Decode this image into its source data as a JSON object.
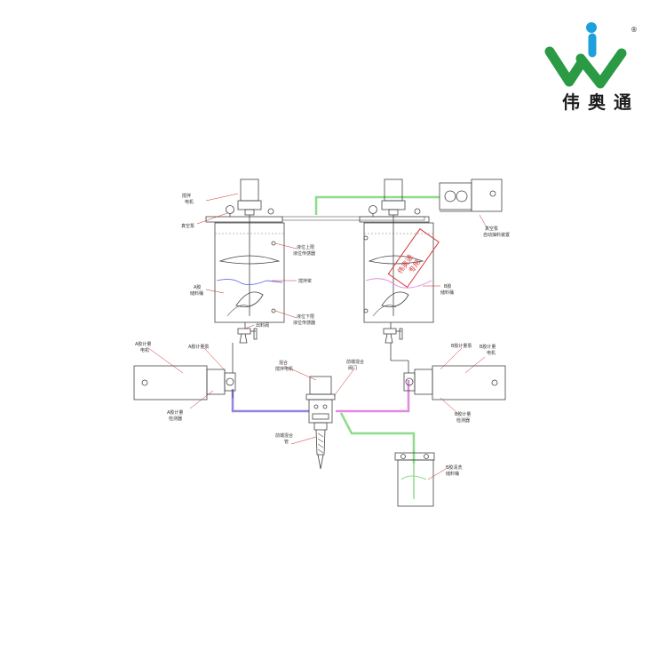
{
  "brand": {
    "name": "伟奥通",
    "registered_mark": "®",
    "colors": {
      "green": "#2a9a44",
      "blue": "#1ea0dc",
      "text": "#1c1c1c"
    }
  },
  "diagram": {
    "colors": {
      "line": "#444444",
      "pipe_green": "#8cdc8c",
      "pipe_purple": "#8f86e6",
      "pipe_pink": "#e08ae0",
      "leader_red": "#cc2a2a",
      "stamp_red": "#d83a3a"
    },
    "labels": {
      "motor_a": [
        "搅拌",
        "电机"
      ],
      "vacuum_pump_a": [
        "真空泵"
      ],
      "level_upper_a": [
        "液位上限",
        "液位传感器"
      ],
      "agitator_a": [
        "搅拌桨"
      ],
      "tank_a": [
        "A胶",
        "储料桶"
      ],
      "level_lower_a": [
        "液位下限",
        "液位传感器"
      ],
      "valve_a": [
        "出料阀"
      ],
      "motor_meter_a": [
        "A胶计量",
        "电机"
      ],
      "pump_a": [
        "A胶计量泵"
      ],
      "meter_a": [
        "A胶计量",
        "检测器"
      ],
      "mixer_motor": [
        "混合",
        "搅拌电机"
      ],
      "mix_valve": [
        "前端混合",
        "阀门"
      ],
      "mixing_tube": [
        "前端混合",
        "管"
      ],
      "vacuum_pump_b": [
        "真空泵",
        "自动抽料装置"
      ],
      "tank_b": [
        "B胶",
        "储料桶"
      ],
      "pump_b": [
        "B胶计量泵"
      ],
      "motor_meter_b": [
        "B胶计量",
        "电机"
      ],
      "meter_b": [
        "B胶计量",
        "检测器"
      ],
      "clean_tank": [
        "B胶清洗",
        "储料桶"
      ],
      "stamp": [
        "伟奥通",
        "专用"
      ]
    }
  }
}
